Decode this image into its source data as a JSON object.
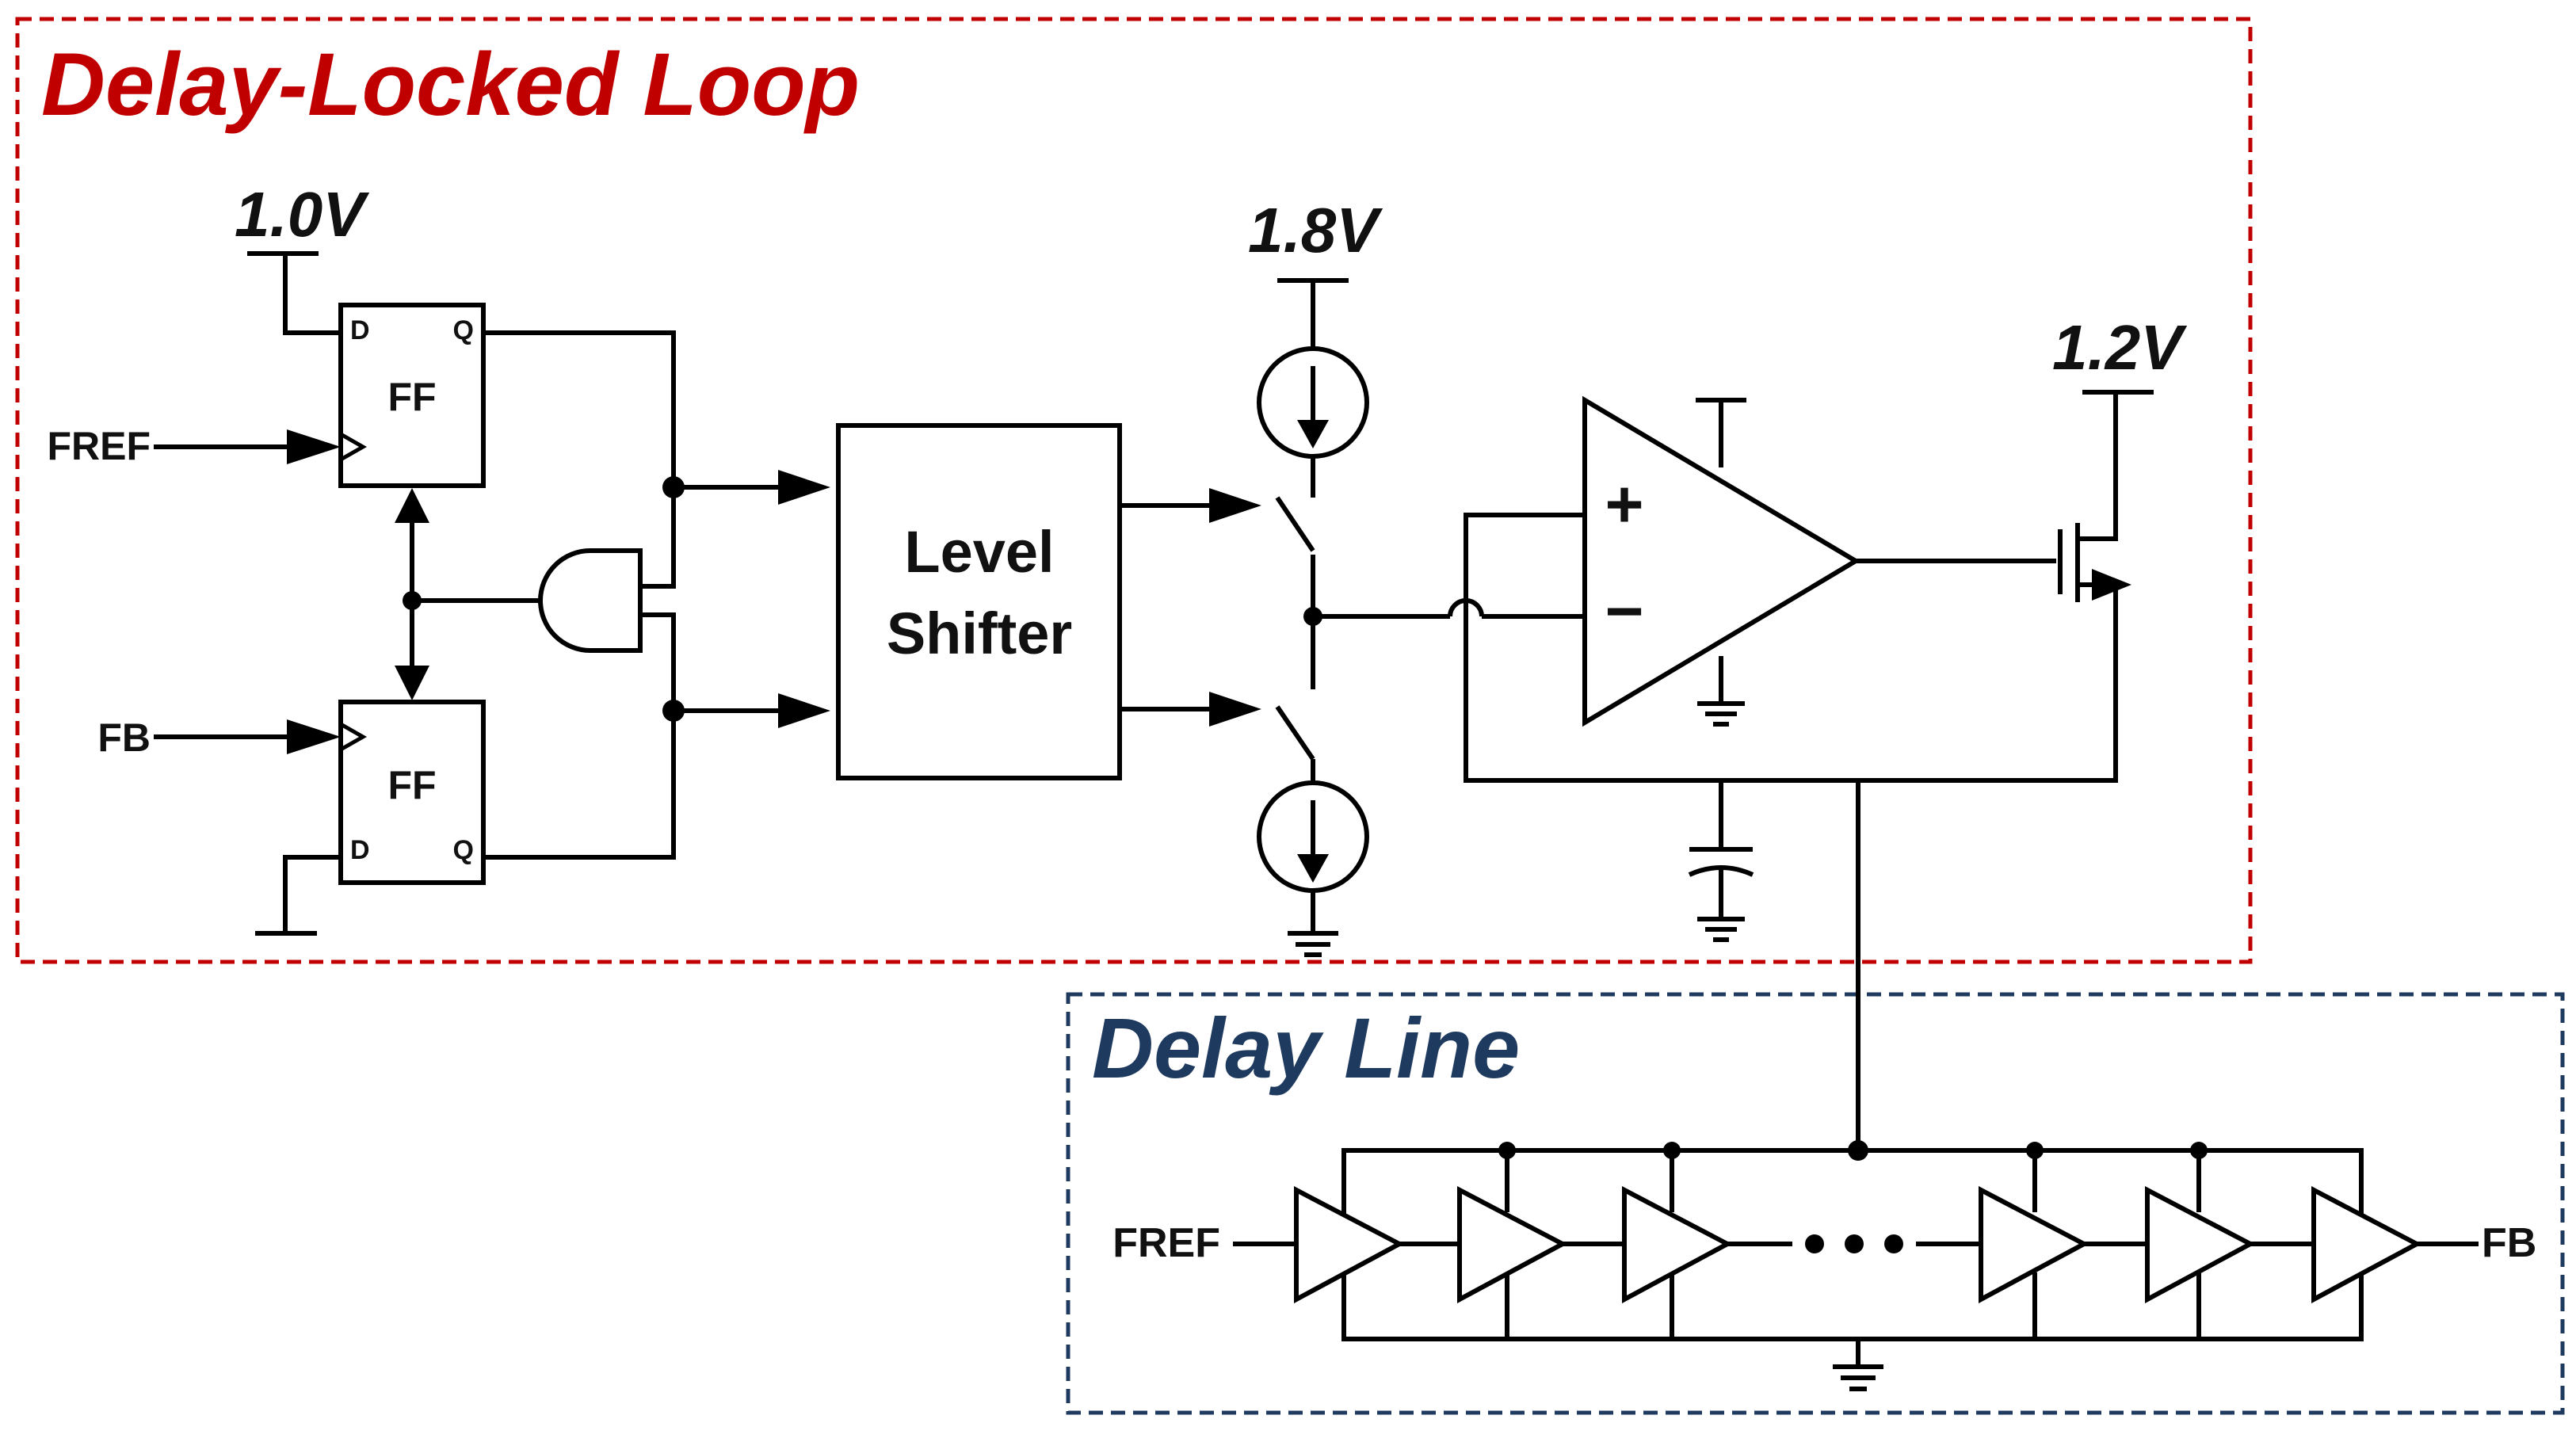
{
  "regions": {
    "dll": {
      "title": "Delay-Locked Loop",
      "border_color": "#c00000"
    },
    "delay_line": {
      "title": "Delay Line",
      "border_color": "#1f3a5f"
    }
  },
  "flip_flops": {
    "top": {
      "label": "FF",
      "pin_d": "D",
      "pin_q": "Q"
    },
    "bottom": {
      "label": "FF",
      "pin_d": "D",
      "pin_q": "Q"
    }
  },
  "signals": {
    "fref_in": "FREF",
    "fb_in": "FB",
    "delay_line_in": "FREF",
    "delay_line_out": "FB"
  },
  "supplies": {
    "ff_supply": "1.0V",
    "charge_pump_supply": "1.8V",
    "ldo_supply": "1.2V"
  },
  "level_shifter": {
    "line1": "Level",
    "line2": "Shifter"
  },
  "opamp": {
    "plus": "+",
    "minus": "−"
  }
}
